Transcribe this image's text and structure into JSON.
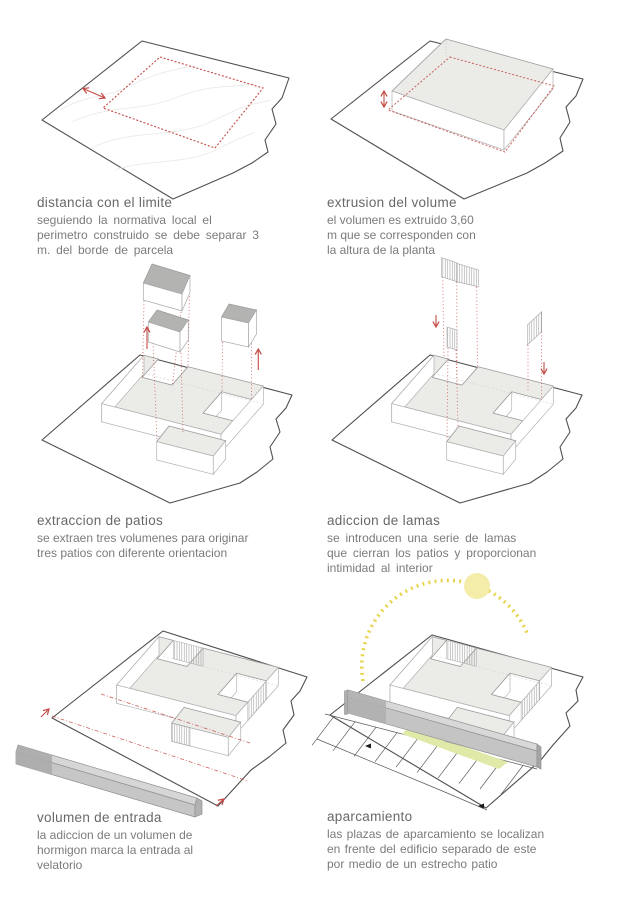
{
  "document": {
    "kind": "architectural-concept-diagram-sheet",
    "language": "es",
    "subject": "velatorio design process"
  },
  "colors": {
    "accent_red": "#c44a45",
    "sun_yellow": "#e6d44d",
    "sun_fill": "#f4eda9",
    "patio_green": "#e0e9a8",
    "volume_fill": "#ebebe8",
    "extracted_volume_top": "#b3b3b1",
    "entry_bar": "#c6c6c6",
    "entry_bar_dark": "#ababab",
    "parcel_outline": "#4f4f4f",
    "volume_edge": "#9b9b9b",
    "text_gray": "#6e6e6e"
  },
  "panels": [
    {
      "id": "distancia-con-el-limite",
      "title": "distancia con el limite",
      "description": "seguiendo la normativa local el\nperimetro construido se debe separar 3\nm. del borde de parcela",
      "icons": [
        "site-boundary",
        "terrain-contours",
        "footprint-dashed-outline",
        "setback-dimension-arrow"
      ]
    },
    {
      "id": "extrusion-del-volume",
      "title": "extrusion del volume",
      "description": "el volumen es extruido 3,60\nm que se corresponden con\nla altura de la planta",
      "icons": [
        "site-boundary",
        "extruded-volume",
        "footprint-dashed-outline",
        "extrusion-height-arrow"
      ]
    },
    {
      "id": "extraccion-de-patios",
      "title": "extraccion de patios",
      "description": "se extraen tres volumenes para originar\ntres patios con diferente orientacion",
      "icons": [
        "site-boundary",
        "building-volume",
        "extracted-volume-boxes",
        "projection-dotted-lines",
        "extraction-arrows-up"
      ]
    },
    {
      "id": "adiccion-de-lamas",
      "title": "adiccion de lamas",
      "description": "se introducen una serie de lamas\nque cierran los patios y proporcionan\nintimidad al interior",
      "icons": [
        "site-boundary",
        "building-volume",
        "louver-panels",
        "projection-dotted-lines",
        "insertion-arrows-down"
      ]
    },
    {
      "id": "volumen-de-entrada",
      "title": "volumen de entrada",
      "description": "la adiccion de un volumen de\nhormigon marca la entrada al\nvelatorio",
      "icons": [
        "site-boundary",
        "building-volume",
        "louvers-in-place",
        "entry-concrete-bar",
        "axis-dashed-lines",
        "entry-direction-arrows"
      ]
    },
    {
      "id": "aparcamiento",
      "title": "aparcamiento",
      "description": "las plazas de aparcamiento se localizan\nen frente del edificio separado de este\npor medio de un estrecho patio",
      "icons": [
        "site-boundary",
        "building-volume",
        "louvers-in-place",
        "entry-wall",
        "parking-stalls",
        "patio-strip-highlight",
        "sun-path-arc",
        "sun",
        "direction-markers"
      ]
    }
  ]
}
